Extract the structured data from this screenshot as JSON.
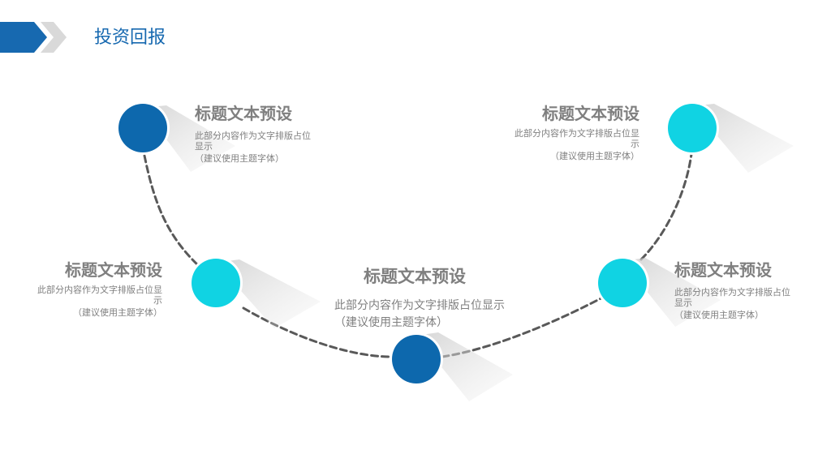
{
  "header": {
    "title": "投资回报"
  },
  "colors": {
    "primary_blue": "#0d68ad",
    "cyan": "#10d3e3",
    "text_gray": "#7f7f7f",
    "path_gray": "#595959"
  },
  "items": [
    {
      "title": "标题文本预设",
      "desc": "此部分内容作为文字排版占位显示",
      "note": "（建议使用主题字体）"
    },
    {
      "title": "标题文本预设",
      "desc": "此部分内容作为文字排版占位显示",
      "note": "（建议使用主题字体）"
    },
    {
      "title": "标题文本预设",
      "desc": "此部分内容作为文字排版占位显示",
      "note": "（建议使用主题字体）"
    },
    {
      "title": "标题文本预设",
      "desc": "此部分内容作为文字排版占位显示",
      "note": "（建议使用主题字体）"
    },
    {
      "title": "标题文本预设",
      "desc": "此部分内容作为文字排版占位显示",
      "note": "（建议使用主题字体）"
    }
  ]
}
